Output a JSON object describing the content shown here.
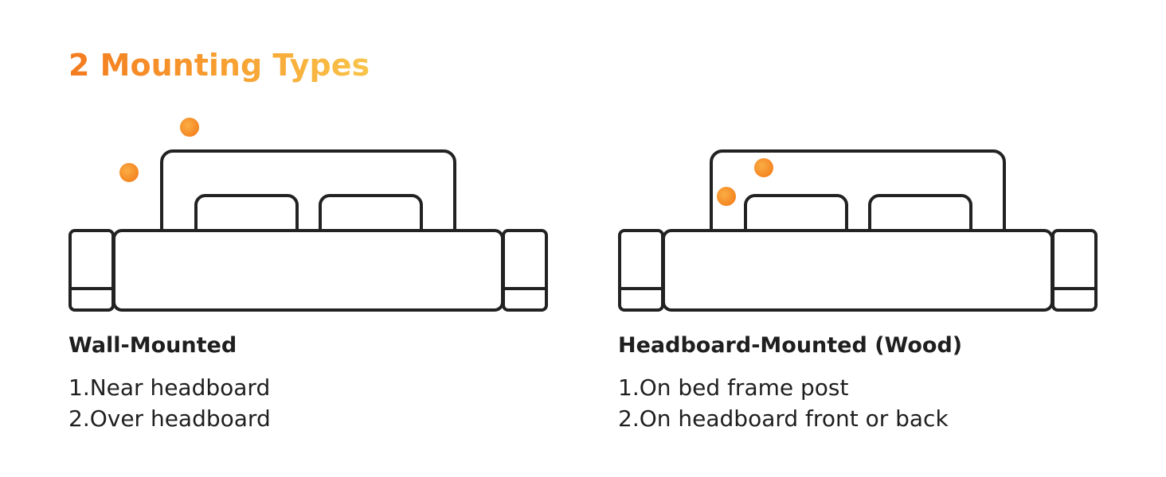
{
  "title": "2 Mounting Types",
  "colors": {
    "accent_start": "#f47b20",
    "accent_end": "#f8c44a",
    "dot": "#f7922c",
    "line": "#222222"
  },
  "mounting_types": [
    {
      "heading": "Wall-Mounted",
      "items": [
        "1.Near headboard",
        "2.Over headboard"
      ]
    },
    {
      "heading": "Headboard-Mounted (Wood)",
      "items": [
        "1.On bed frame post",
        "2.On headboard front or back"
      ]
    }
  ]
}
